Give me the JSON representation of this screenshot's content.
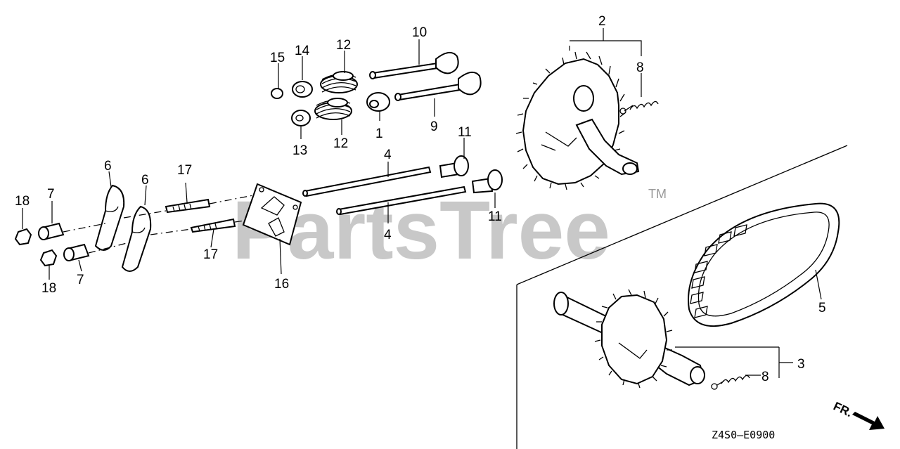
{
  "diagram": {
    "watermark": "PartsTree",
    "trademark": "TM",
    "drawing_code": "Z4S0—E0900",
    "direction_label": "FR.",
    "callouts": [
      {
        "key": "c1",
        "text": "1"
      },
      {
        "key": "c2",
        "text": "2"
      },
      {
        "key": "c3",
        "text": "3"
      },
      {
        "key": "c4a",
        "text": "4"
      },
      {
        "key": "c4b",
        "text": "4"
      },
      {
        "key": "c5",
        "text": "5"
      },
      {
        "key": "c6a",
        "text": "6"
      },
      {
        "key": "c6b",
        "text": "6"
      },
      {
        "key": "c7a",
        "text": "7"
      },
      {
        "key": "c7b",
        "text": "7"
      },
      {
        "key": "c8a",
        "text": "8"
      },
      {
        "key": "c8b",
        "text": "8"
      },
      {
        "key": "c9",
        "text": "9"
      },
      {
        "key": "c10",
        "text": "10"
      },
      {
        "key": "c11a",
        "text": "11"
      },
      {
        "key": "c11b",
        "text": "11"
      },
      {
        "key": "c12a",
        "text": "12"
      },
      {
        "key": "c12b",
        "text": "12"
      },
      {
        "key": "c13",
        "text": "13"
      },
      {
        "key": "c14",
        "text": "14"
      },
      {
        "key": "c15",
        "text": "15"
      },
      {
        "key": "c16",
        "text": "16"
      },
      {
        "key": "c17a",
        "text": "17"
      },
      {
        "key": "c17b",
        "text": "17"
      },
      {
        "key": "c18a",
        "text": "18"
      },
      {
        "key": "c18b",
        "text": "18"
      }
    ]
  }
}
